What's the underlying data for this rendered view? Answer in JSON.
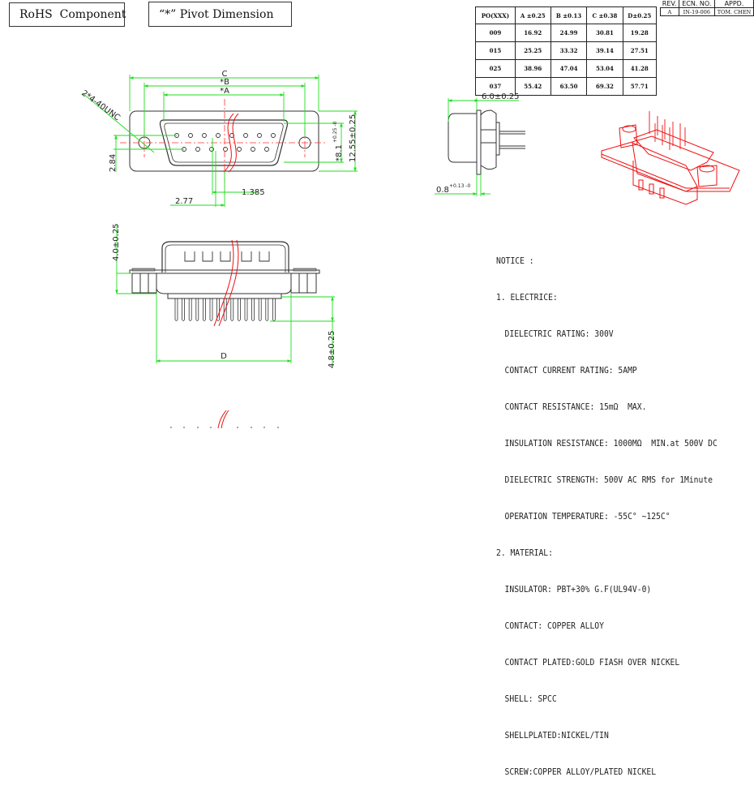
{
  "labels": {
    "rohs": "RoHS  Component",
    "pivot": "“*” Pivot Dimension"
  },
  "dimension_table": {
    "headers": [
      "PO(XXX)",
      "A ±0.25",
      "B ±0.13",
      "C ±0.38",
      "D±0.25"
    ],
    "rows": [
      [
        "009",
        "16.92",
        "24.99",
        "30.81",
        "19.28"
      ],
      [
        "015",
        "25.25",
        "33.32",
        "39.14",
        "27.51"
      ],
      [
        "025",
        "38.96",
        "47.04",
        "53.04",
        "41.28"
      ],
      [
        "037",
        "55.42",
        "63.50",
        "69.32",
        "57.71"
      ]
    ]
  },
  "revision_table": {
    "headers": [
      "REV.",
      "ECN. NO.",
      "APPD."
    ],
    "row": [
      "A",
      "IN-19-006",
      "TOM. CHEN"
    ]
  },
  "front_view": {
    "dim_c": "C",
    "dim_b": "*B",
    "dim_a": "*A",
    "thread": "2*4-40UNC",
    "dim_2_84": "2.84",
    "dim_2_77": "2.77",
    "dim_1_385": "1.385",
    "dim_8_1": "*8.1",
    "dim_8_1_tol": "+0.25 -0",
    "dim_12_55": "12.55±0.25"
  },
  "side_view": {
    "dim_6_0": "6.0±0.25",
    "dim_0_8": "0.8",
    "dim_0_8_tol": "+0.13 -0"
  },
  "bottom_view": {
    "dim_4_0": "4.0±0.25",
    "dim_d": "D",
    "dim_4_8": "4.8±0.25"
  },
  "notice": {
    "title": "NOTICE :",
    "sections": [
      {
        "heading": "1. ELECTRICE:",
        "items": [
          "DIELECTRIC RATING: 300V",
          "CONTACT CURRENT RATING: 5AMP",
          "CONTACT RESISTANCE: 15mΩ  MAX.",
          "INSULATION RESISTANCE: 1000MΩ  MIN.at 500V DC",
          "DIELECTRIC STRENGTH: 500V AC RMS for 1Minute",
          "OPERATION TEMPERATURE: -55C° ~125C°"
        ]
      },
      {
        "heading": "2. MATERIAL:",
        "items": [
          "INSULATOR: PBT+30% G.F(UL94V-0)",
          "CONTACT: COPPER ALLOY",
          "CONTACT PLATED:GOLD FIASH OVER NICKEL",
          "SHELL: SPCC",
          "SHELLPLATED:NICKEL/TIN",
          "SCREW:COPPER ALLOY/PLATED NICKEL"
        ]
      }
    ]
  },
  "colors": {
    "dimension": "#22dd22",
    "centerline": "#ff3333",
    "outline": "#333333",
    "iso": "#ee1111"
  }
}
